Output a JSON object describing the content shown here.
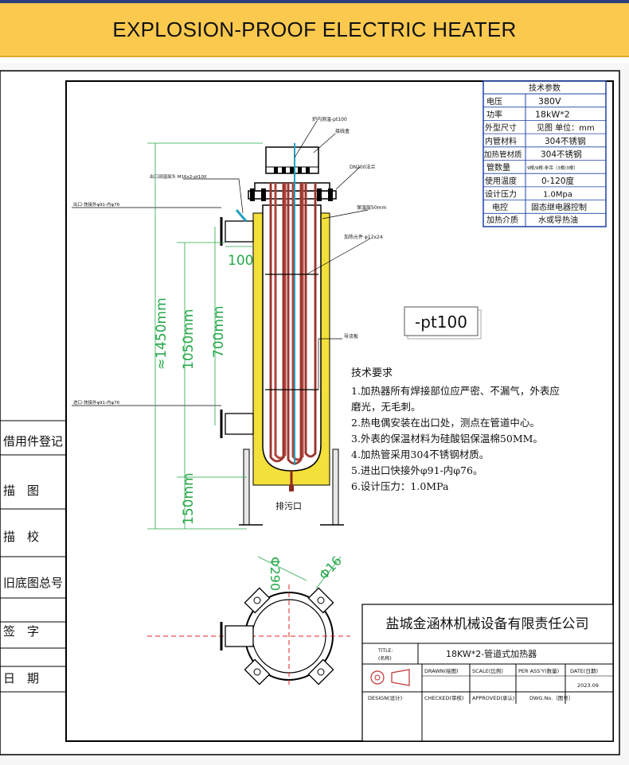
{
  "banner": {
    "title": "EXPLOSION-PROOF ELECTRIC HEATER"
  },
  "spec_table": {
    "header": "技术参数",
    "rows": [
      {
        "label": "电压",
        "value": "380V"
      },
      {
        "label": "功率",
        "value": "18kW*2"
      },
      {
        "label": "外型尺寸",
        "value": "见图 单位：mm"
      },
      {
        "label": "内管材料",
        "value": "304不锈钢"
      },
      {
        "label": "加热管材质",
        "value": "304不锈钢"
      },
      {
        "label": "管数量",
        "value": "9根/9根-条吊（3根/3根）"
      },
      {
        "label": "使用温度",
        "value": "0-120度"
      },
      {
        "label": "设计压力",
        "value": "1.0Mpa"
      },
      {
        "label": "电控",
        "value": "固态继电器控制"
      },
      {
        "label": "加热介质",
        "value": "水或导热油"
      }
    ]
  },
  "annotations": {
    "top_sensor": "炉内测温-pt100",
    "junction_box": "接线盒",
    "outlet_sensor": "出口测温探头 M16x2-pt100",
    "flange": "DN200法兰",
    "outlet": "出口-快接外φ91-内φ76",
    "insulation": "保温层50mm",
    "element": "加热元件 φ12x24",
    "baffle": "导流板",
    "inlet": "进口-快接外φ91-内φ76",
    "drain": "排污口"
  },
  "pt100_callout": "-pt100",
  "dimensions": {
    "overall": "≈1450mm",
    "body": "1050mm",
    "nozzle": "700mm",
    "leg": "150mm",
    "pipe_len": "100",
    "diameter": "Φ290",
    "bolt": "Φ16"
  },
  "requirements": {
    "title": "技术要求",
    "items": [
      "1.加热器所有焊接部位应严密、不漏气，外表应",
      "磨光，无毛刺。",
      "2.热电偶安装在出口处，测点在管道中心。",
      "3.外表的保温材料为硅酸铝保温棉50MM。",
      "4.加热管采用304不锈钢材质。",
      "5.进出口快接外φ91-内φ76。",
      "6.设计压力：1.0MPa"
    ]
  },
  "side_strip": [
    "借用件登记",
    "描　图",
    "描　校",
    "旧底图总号",
    "签　字",
    "日　期"
  ],
  "title_block": {
    "company": "盐城金涵林机械设备有限责任公司",
    "title_label": "TITLE:",
    "title_label_cn": "(名称)",
    "title_value": "18KW*2-管道式加热器",
    "drawn": "DRAWN(绘图)",
    "scale": "SCALE(比例)",
    "per_assy": "PER ASS'Y(数量)",
    "date_label": "DATE(日期)",
    "date_value": "2023.09",
    "design": "DESIGN(设计)",
    "checked": "CHECKED(审核)",
    "approved": "APPROVED(承认)",
    "dwg_no": "DWG.No.（图号）"
  },
  "colors": {
    "banner": "#fbc94e",
    "insulation": "#f3e03a",
    "element": "#b0433a",
    "dimension": "#27a84a",
    "table_border": "#1e40a8"
  }
}
